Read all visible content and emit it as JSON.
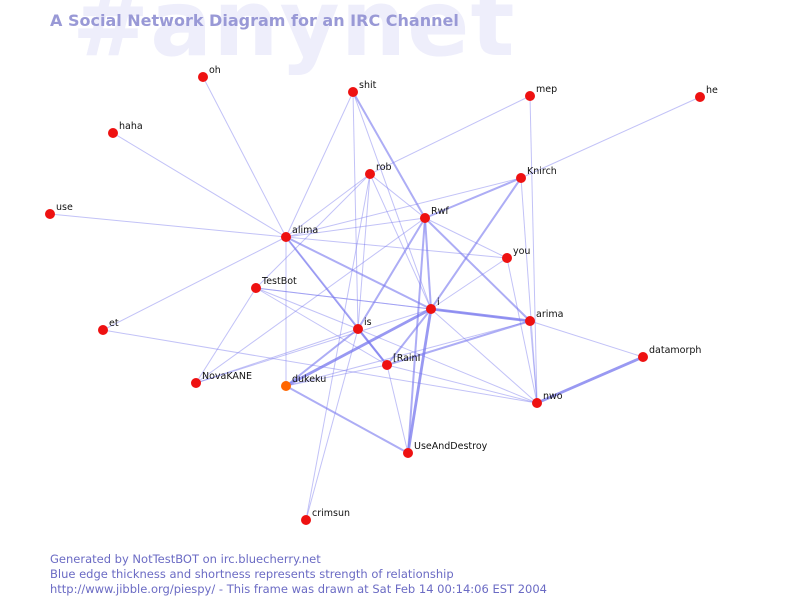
{
  "background_label": "#anynet",
  "title": "A Social Network Diagram for an IRC Channel",
  "footer": {
    "line1": "Generated by NotTestBOT on irc.bluecherry.net",
    "line2": "Blue edge thickness and shortness represents strength of relationship",
    "line3": "http://www.jibble.org/piespy/ - This frame was drawn at Sat Feb 14 00:14:06 EST 2004"
  },
  "colors": {
    "node": "#ee1111",
    "node_highlight": "#ff6600",
    "edge": "#7777ee",
    "title": "#9999d6",
    "footer": "#6b6bc4"
  },
  "nodes": [
    {
      "id": "oh",
      "label": "oh"
    },
    {
      "id": "shit",
      "label": "shit"
    },
    {
      "id": "mep",
      "label": "mep"
    },
    {
      "id": "he",
      "label": "he"
    },
    {
      "id": "haha",
      "label": "haha"
    },
    {
      "id": "rob",
      "label": "rob"
    },
    {
      "id": "Knirch",
      "label": "Knirch"
    },
    {
      "id": "use",
      "label": "use"
    },
    {
      "id": "Rwf",
      "label": "Rwf"
    },
    {
      "id": "alima",
      "label": "alima"
    },
    {
      "id": "you",
      "label": "you"
    },
    {
      "id": "TestBot",
      "label": "TestBot"
    },
    {
      "id": "i",
      "label": "i"
    },
    {
      "id": "et",
      "label": "et"
    },
    {
      "id": "arima",
      "label": "arima"
    },
    {
      "id": "is",
      "label": "is"
    },
    {
      "id": "datamorph",
      "label": "datamorph"
    },
    {
      "id": "RainI",
      "label": "[RainI"
    },
    {
      "id": "NovaKANE",
      "label": "NovaKANE"
    },
    {
      "id": "dukeku",
      "label": "dukeku",
      "highlight": true
    },
    {
      "id": "nwo",
      "label": "nwo"
    },
    {
      "id": "UseAndDestroy",
      "label": "UseAndDestroy"
    },
    {
      "id": "crimsun",
      "label": "crimsun"
    }
  ],
  "edges": [
    {
      "source": "oh",
      "target": "alima",
      "weight": 1
    },
    {
      "source": "haha",
      "target": "alima",
      "weight": 1
    },
    {
      "source": "use",
      "target": "alima",
      "weight": 1
    },
    {
      "source": "he",
      "target": "Knirch",
      "weight": 1
    },
    {
      "source": "mep",
      "target": "nwo",
      "weight": 1
    },
    {
      "source": "shit",
      "target": "alima",
      "weight": 1
    },
    {
      "source": "shit",
      "target": "Rwf",
      "weight": 2
    },
    {
      "source": "shit",
      "target": "is",
      "weight": 1
    },
    {
      "source": "shit",
      "target": "i",
      "weight": 1
    },
    {
      "source": "rob",
      "target": "mep",
      "weight": 1
    },
    {
      "source": "rob",
      "target": "alima",
      "weight": 1
    },
    {
      "source": "rob",
      "target": "Rwf",
      "weight": 1
    },
    {
      "source": "rob",
      "target": "TestBot",
      "weight": 1
    },
    {
      "source": "rob",
      "target": "is",
      "weight": 1
    },
    {
      "source": "rob",
      "target": "i",
      "weight": 1
    },
    {
      "source": "rob",
      "target": "crimsun",
      "weight": 1
    },
    {
      "source": "Knirch",
      "target": "alima",
      "weight": 1
    },
    {
      "source": "Knirch",
      "target": "Rwf",
      "weight": 2
    },
    {
      "source": "Knirch",
      "target": "i",
      "weight": 2
    },
    {
      "source": "Knirch",
      "target": "nwo",
      "weight": 1
    },
    {
      "source": "Rwf",
      "target": "alima",
      "weight": 1
    },
    {
      "source": "Rwf",
      "target": "you",
      "weight": 1
    },
    {
      "source": "Rwf",
      "target": "i",
      "weight": 2
    },
    {
      "source": "Rwf",
      "target": "arima",
      "weight": 2
    },
    {
      "source": "Rwf",
      "target": "is",
      "weight": 2
    },
    {
      "source": "Rwf",
      "target": "UseAndDestroy",
      "weight": 2
    },
    {
      "source": "Rwf",
      "target": "NovaKANE",
      "weight": 1
    },
    {
      "source": "alima",
      "target": "you",
      "weight": 1
    },
    {
      "source": "alima",
      "target": "i",
      "weight": 2
    },
    {
      "source": "alima",
      "target": "is",
      "weight": 1
    },
    {
      "source": "alima",
      "target": "RainI",
      "weight": 2
    },
    {
      "source": "alima",
      "target": "et",
      "weight": 1
    },
    {
      "source": "alima",
      "target": "dukeku",
      "weight": 1
    },
    {
      "source": "you",
      "target": "i",
      "weight": 1
    },
    {
      "source": "you",
      "target": "nwo",
      "weight": 1
    },
    {
      "source": "TestBot",
      "target": "i",
      "weight": 1
    },
    {
      "source": "TestBot",
      "target": "arima",
      "weight": 1
    },
    {
      "source": "TestBot",
      "target": "is",
      "weight": 1
    },
    {
      "source": "TestBot",
      "target": "RainI",
      "weight": 1
    },
    {
      "source": "TestBot",
      "target": "NovaKANE",
      "weight": 1
    },
    {
      "source": "i",
      "target": "arima",
      "weight": 3
    },
    {
      "source": "i",
      "target": "RainI",
      "weight": 2
    },
    {
      "source": "i",
      "target": "dukeku",
      "weight": 3
    },
    {
      "source": "i",
      "target": "UseAndDestroy",
      "weight": 3
    },
    {
      "source": "i",
      "target": "nwo",
      "weight": 1
    },
    {
      "source": "i",
      "target": "NovaKANE",
      "weight": 1
    },
    {
      "source": "arima",
      "target": "RainI",
      "weight": 2
    },
    {
      "source": "arima",
      "target": "dukeku",
      "weight": 1
    },
    {
      "source": "arima",
      "target": "nwo",
      "weight": 1
    },
    {
      "source": "arima",
      "target": "datamorph",
      "weight": 1
    },
    {
      "source": "is",
      "target": "RainI",
      "weight": 2
    },
    {
      "source": "is",
      "target": "dukeku",
      "weight": 2
    },
    {
      "source": "is",
      "target": "nwo",
      "weight": 1
    },
    {
      "source": "RainI",
      "target": "UseAndDestroy",
      "weight": 1
    },
    {
      "source": "RainI",
      "target": "nwo",
      "weight": 1
    },
    {
      "source": "RainI",
      "target": "dukeku",
      "weight": 1
    },
    {
      "source": "et",
      "target": "nwo",
      "weight": 1
    },
    {
      "source": "datamorph",
      "target": "nwo",
      "weight": 3
    },
    {
      "source": "dukeku",
      "target": "UseAndDestroy",
      "weight": 2
    },
    {
      "source": "NovaKANE",
      "target": "is",
      "weight": 1
    },
    {
      "source": "crimsun",
      "target": "is",
      "weight": 1
    }
  ]
}
